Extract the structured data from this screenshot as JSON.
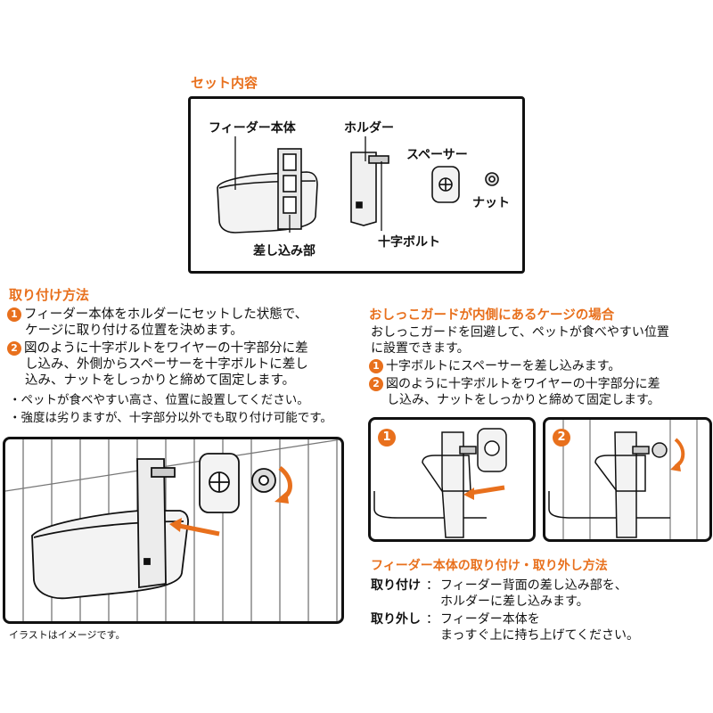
{
  "contents": {
    "title": "セット内容",
    "feeder_label": "フィーダー本体",
    "holder_label": "ホルダー",
    "spacer_label": "スペーサー",
    "nut_label": "ナット",
    "insert_label": "差し込み部",
    "bolt_label": "十字ボルト"
  },
  "install": {
    "title": "取り付け方法",
    "step1_num": "1",
    "step1_line1": "フィーダー本体をホルダーにセットした状態で、",
    "step1_line2": "ケージに取り付ける位置を決めます。",
    "step2_num": "2",
    "step2_line1": "図のように十字ボルトをワイヤーの十字部分に差",
    "step2_line2": "し込み、外側からスペーサーを十字ボルトに差し",
    "step2_line3": "込み、ナットをしっかりと締めて固定します。",
    "note1": "・ペットが食べやすい高さ、位置に設置してください。",
    "note2": "・強度は劣りますが、十字部分以外でも取り付け可能です。",
    "illustration_note": "イラストはイメージです。"
  },
  "guard": {
    "title": "おしっこガードが内側にあるケージの場合",
    "line1": "おしっこガードを回避して、ペットが食べやすい位置",
    "line2": "に設置できます。",
    "step1_num": "1",
    "step1_line1": "十字ボルトにスペーサーを差し込みます。",
    "step2_num": "2",
    "step2_line1": "図のように十字ボルトをワイヤーの十字部分に差",
    "step2_line2": "し込み、ナットをしっかりと締めて固定します。",
    "panel1_num": "1",
    "panel2_num": "2"
  },
  "attach": {
    "title": "フィーダー本体の取り付け・取り外し方法",
    "attach_label": "取り付け",
    "attach_sep": "：",
    "attach_line1": "フィーダー背面の差し込み部を、",
    "attach_line2": "ホルダーに差し込みます。",
    "detach_label": "取り外し",
    "detach_sep": "：",
    "detach_line1": "フィーダー本体を",
    "detach_line2": "まっすぐ上に持ち上げてください。"
  },
  "colors": {
    "accent": "#e8701d",
    "ink": "#111111"
  }
}
